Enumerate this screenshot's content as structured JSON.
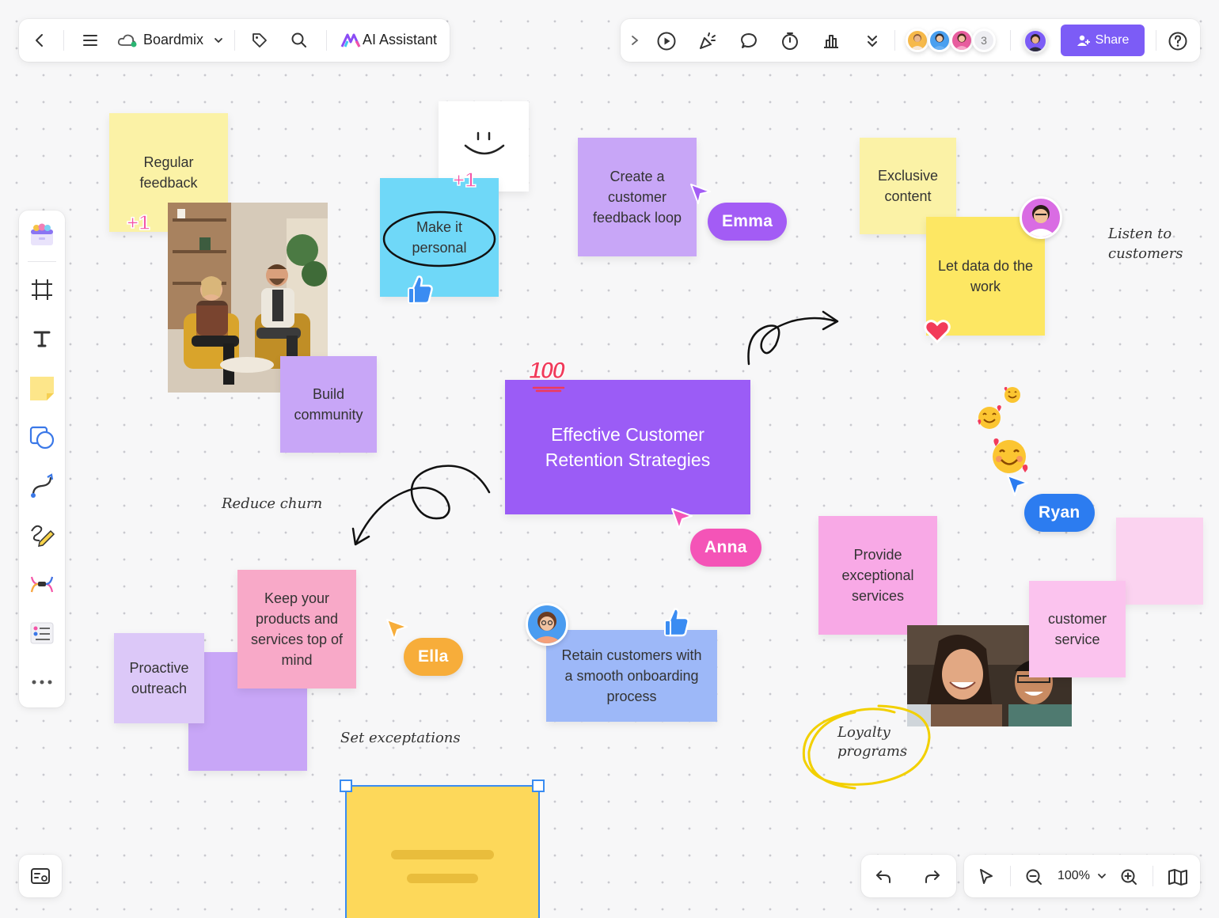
{
  "topbar": {
    "app_name": "Boardmix",
    "ai_label": "AI Assistant",
    "collaborator_count": "3",
    "share_label": "Share"
  },
  "canvas": {
    "notes": {
      "regular_feedback": "Regular feedback",
      "make_it_personal": "Make it personal",
      "create_loop": "Create a customer feedback loop",
      "exclusive_content": "Exclusive content",
      "let_data": "Let data do the work",
      "build_community": "Build community",
      "central": "Effective Customer Retention Strategies",
      "keep_products": "Keep your products and services top of mind",
      "proactive": "Proactive outreach",
      "retain": "Retain customers with a smooth onboarding process",
      "provide_services": "Provide exceptional services",
      "customer_service": "customer service"
    },
    "handwriting": {
      "listen": "Listen to customers",
      "reduce_churn": "Reduce churn",
      "set_exceptations": "Set exceptations",
      "loyalty": "Loyalty programs"
    },
    "stickers": {
      "plus_one": "+1",
      "hundred": "100"
    },
    "cursors": {
      "emma": "Emma",
      "anna": "Anna",
      "ella": "Ella",
      "ryan": "Ryan"
    }
  },
  "zoom": {
    "level": "100%"
  },
  "colors": {
    "accent": "#7c5cf6",
    "yellow_note": "#fbf2a6",
    "purple_note": "#c8a6f7",
    "blue_note": "#6fd8f8",
    "pink_note": "#f8a9c8",
    "central_purple": "#9b5cf6",
    "emma": "#a35cf5",
    "anna": "#f454b7",
    "ella": "#f7ad3a",
    "ryan": "#2c7cf0"
  },
  "icons": {
    "left_tools": [
      "template-icon",
      "frame-icon",
      "text-icon",
      "sticky-note-icon",
      "shape-icon",
      "connector-icon",
      "pen-icon",
      "mindmap-icon",
      "list-icon",
      "more-icon"
    ]
  }
}
